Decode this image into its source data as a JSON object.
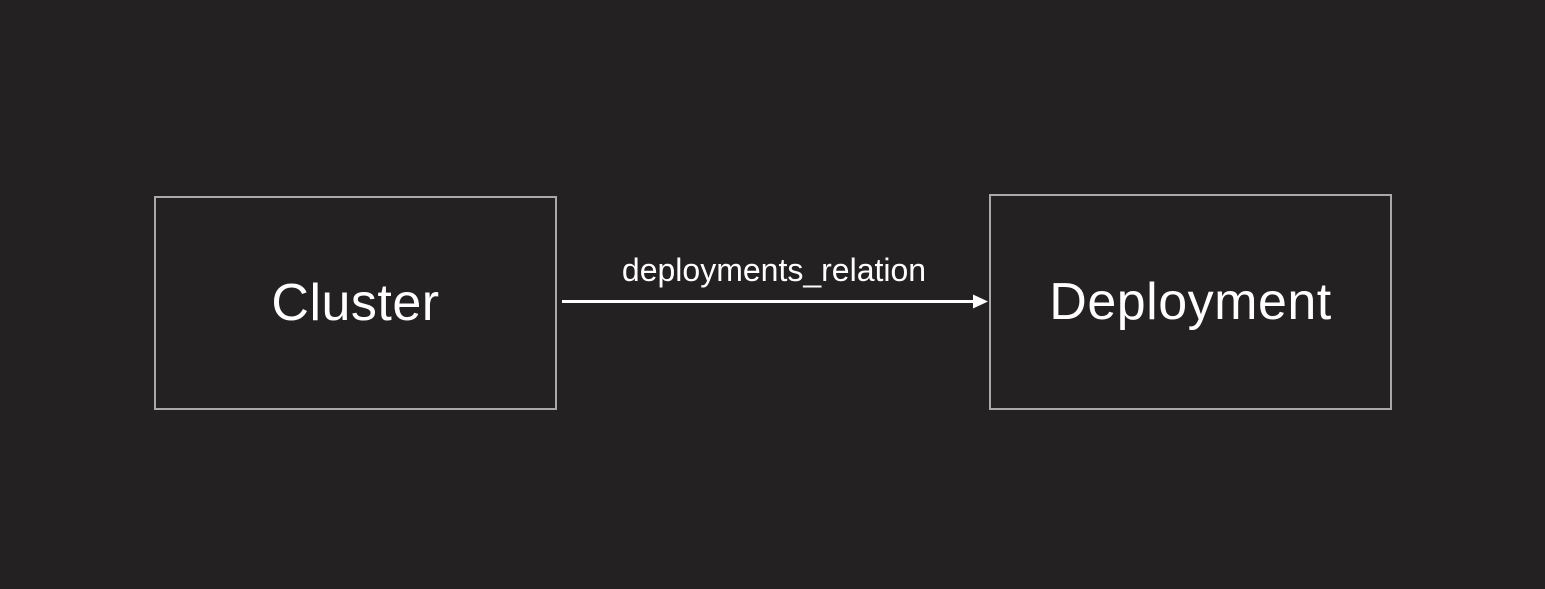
{
  "diagram": {
    "nodes": [
      {
        "id": "cluster",
        "label": "Cluster"
      },
      {
        "id": "deployment",
        "label": "Deployment"
      }
    ],
    "edges": [
      {
        "from": "cluster",
        "to": "deployment",
        "label": "deployments_relation",
        "direction": "right"
      }
    ],
    "colors": {
      "background": "#232121",
      "node_background": "#232121",
      "node_border": "#aaa8a8",
      "node_text": "#ffffff",
      "edge_line": "#ffffff",
      "edge_label_text": "#ffffff"
    }
  }
}
